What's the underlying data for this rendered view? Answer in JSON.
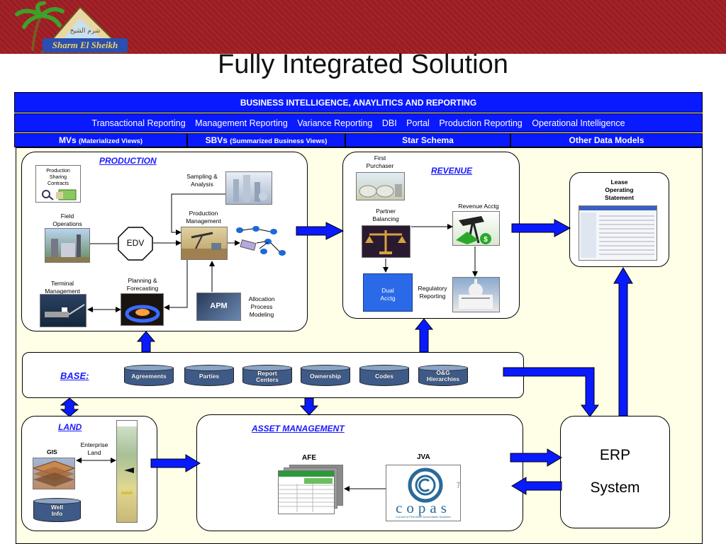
{
  "header": {
    "logo_text": "Sharm El Sheikh",
    "title": "Fully Integrated Solution"
  },
  "bars": {
    "top": "BUSINESS INTELLIGENCE, ANAYLITICS AND REPORTING",
    "reports": [
      "Transactional Reporting",
      "Management Reporting",
      "Variance Reporting",
      "DBI",
      "Portal",
      "Production Reporting",
      "Operational Intelligence"
    ],
    "models": [
      {
        "main": "MVs ",
        "sub": "(Materialized Views)"
      },
      {
        "main": "SBVs ",
        "sub": "(Summarized Business Views)"
      },
      {
        "main": "Star Schema",
        "sub": ""
      },
      {
        "main": "Other Data Models",
        "sub": ""
      }
    ]
  },
  "production": {
    "header": "PRODUCTION",
    "psc": [
      "Production",
      "Sharing",
      "Contracts"
    ],
    "sampling": [
      "Sampling &",
      "Analysis"
    ],
    "field_ops": [
      "Field",
      "Operations"
    ],
    "edv": "EDV",
    "prod_mgmt": [
      "Production",
      "Management"
    ],
    "terminal": [
      "Terminal",
      "Management"
    ],
    "planning": [
      "Planning &",
      "Forecasting"
    ],
    "apm": "APM",
    "allocation": [
      "Allocation",
      "Process",
      "Modeling"
    ]
  },
  "revenue": {
    "header": "REVENUE",
    "first_purchaser": [
      "First",
      "Purchaser"
    ],
    "partner_balancing": [
      "Partner",
      "Balancing"
    ],
    "revenue_acctg": "Revenue Acctg",
    "dual_acctg": [
      "Dual",
      "Acctg"
    ],
    "regulatory": [
      "Regulatory",
      "Reporting"
    ]
  },
  "lease": {
    "title": [
      "Lease",
      "Operating",
      "Statement"
    ]
  },
  "base": {
    "label": "BASE:",
    "items": [
      [
        "Agreements"
      ],
      [
        "Parties"
      ],
      [
        "Report",
        "Centers"
      ],
      [
        "Ownership"
      ],
      [
        "Codes"
      ],
      [
        "O&G",
        "Hierarchies"
      ]
    ]
  },
  "land": {
    "header": "LAND",
    "gis": "GIS",
    "enterprise": [
      "Enterprise",
      "Land"
    ],
    "well": [
      "Well",
      "Info"
    ]
  },
  "asset": {
    "header": "ASSET MANAGEMENT",
    "afe": "AFE",
    "jva": "JVA",
    "copas": "copas",
    "copas_sub": "Council of Petroleum Accountants Societies"
  },
  "erp": {
    "lines": [
      "ERP",
      "System"
    ]
  },
  "colors": {
    "banner": "#9b1c22",
    "bar_blue": "#0a1aff",
    "arrow_blue": "#0a1aff",
    "header_blue": "#1a1aff",
    "area_bg": "#ffffe8"
  }
}
